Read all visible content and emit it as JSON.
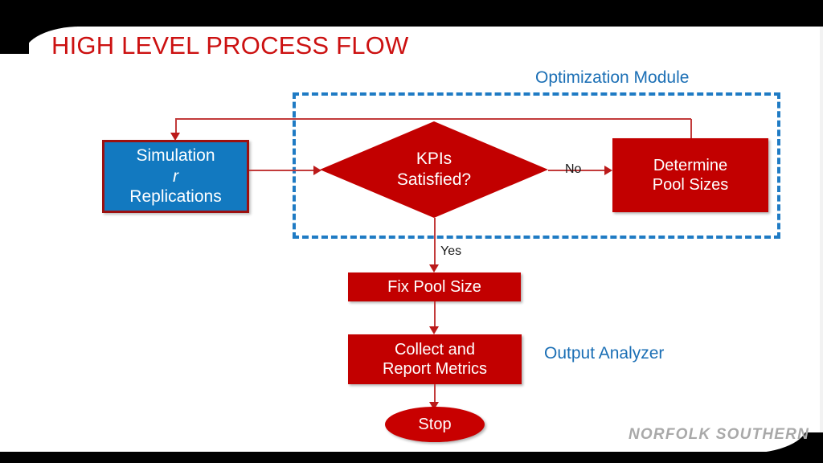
{
  "slide": {
    "title": "HIGH LEVEL PROCESS FLOW",
    "footer_logo": "NORFOLK  SOUTHERN"
  },
  "groups": {
    "optimization_module": "Optimization Module",
    "output_analyzer": "Output Analyzer"
  },
  "nodes": {
    "simulation": {
      "line1": "Simulation",
      "line2": "r",
      "line3": "Replications",
      "fill": "#1279c0",
      "border": "#9c1010",
      "text_color": "#ffffff"
    },
    "kpis": {
      "line1": "KPIs",
      "line2": "Satisfied?",
      "fill": "#c20000",
      "text_color": "#ffffff"
    },
    "determine": {
      "line1": "Determine",
      "line2": "Pool Sizes",
      "fill": "#c20000",
      "text_color": "#ffffff"
    },
    "fix_pool": {
      "label": "Fix Pool Size",
      "fill": "#c20000",
      "text_color": "#ffffff"
    },
    "collect": {
      "line1": "Collect and",
      "line2": "Report Metrics",
      "fill": "#c20000",
      "text_color": "#ffffff"
    },
    "stop": {
      "label": "Stop",
      "fill": "#c80000",
      "text_color": "#ffffff"
    }
  },
  "edges": {
    "no_label": "No",
    "yes_label": "Yes"
  },
  "colors": {
    "title_red": "#cc1111",
    "module_blue": "#1f7bc4",
    "label_blue": "#1b6fb5",
    "connector_red": "#c23b3b",
    "frame_black": "#000000",
    "logo_gray": "#a9a9a9"
  }
}
